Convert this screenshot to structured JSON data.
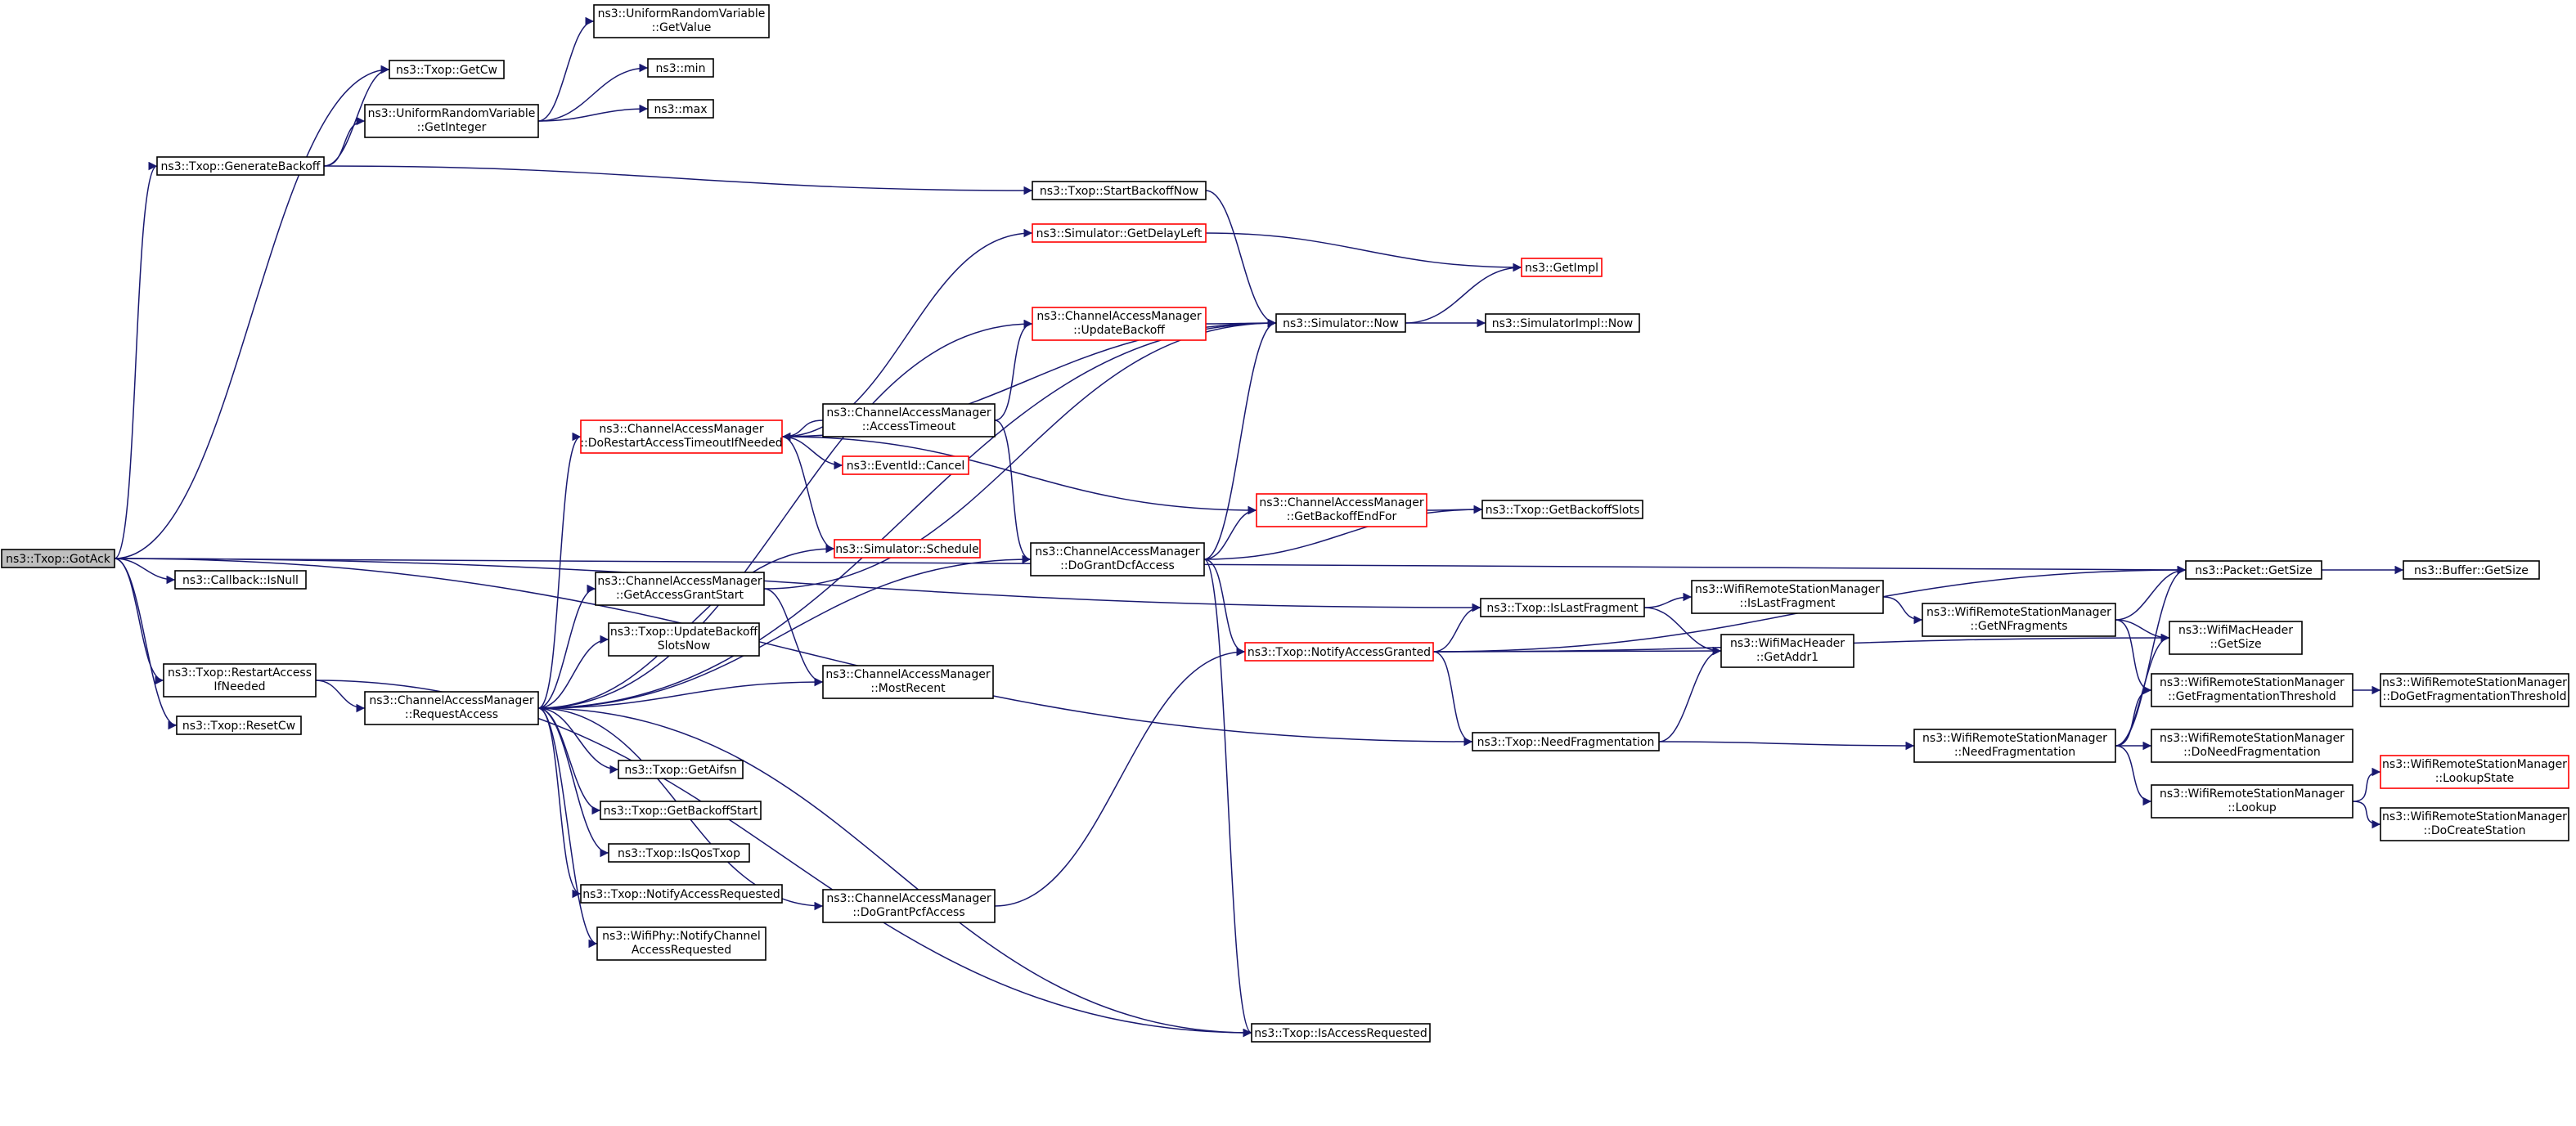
{
  "diagram": {
    "edge_color": "#191970",
    "root_fill": "#bfbfbf",
    "incomplete_border_color": "#ff0000",
    "nodes": [
      {
        "id": "gotack",
        "lines": [
          "ns3::Txop::GotAck"
        ],
        "style": "root"
      },
      {
        "id": "getcw",
        "lines": [
          "ns3::Txop::GetCw"
        ],
        "style": "normal"
      },
      {
        "id": "genbackoff",
        "lines": [
          "ns3::Txop::GenerateBackoff"
        ],
        "style": "normal"
      },
      {
        "id": "getvalue",
        "lines": [
          "ns3::UniformRandomVariable",
          "::GetValue"
        ],
        "style": "normal"
      },
      {
        "id": "getinteger",
        "lines": [
          "ns3::UniformRandomVariable",
          "::GetInteger"
        ],
        "style": "normal"
      },
      {
        "id": "min",
        "lines": [
          "ns3::min"
        ],
        "style": "normal"
      },
      {
        "id": "max",
        "lines": [
          "ns3::max"
        ],
        "style": "normal"
      },
      {
        "id": "startbackoff",
        "lines": [
          "ns3::Txop::StartBackoffNow"
        ],
        "style": "normal"
      },
      {
        "id": "getdelayleft",
        "lines": [
          "ns3::Simulator::GetDelayLeft"
        ],
        "style": "red"
      },
      {
        "id": "getimpl",
        "lines": [
          "ns3::GetImpl"
        ],
        "style": "red"
      },
      {
        "id": "updatebackoff",
        "lines": [
          "ns3::ChannelAccessManager",
          "::UpdateBackoff"
        ],
        "style": "red"
      },
      {
        "id": "simnow",
        "lines": [
          "ns3::Simulator::Now"
        ],
        "style": "normal"
      },
      {
        "id": "simimplnow",
        "lines": [
          "ns3::SimulatorImpl::Now"
        ],
        "style": "normal"
      },
      {
        "id": "dorestart",
        "lines": [
          "ns3::ChannelAccessManager",
          "::DoRestartAccessTimeoutIfNeeded"
        ],
        "style": "red"
      },
      {
        "id": "accesstimeout",
        "lines": [
          "ns3::ChannelAccessManager",
          "::AccessTimeout"
        ],
        "style": "normal"
      },
      {
        "id": "eventcancel",
        "lines": [
          "ns3::EventId::Cancel"
        ],
        "style": "red"
      },
      {
        "id": "getbackoffendfor",
        "lines": [
          "ns3::ChannelAccessManager",
          "::GetBackoffEndFor"
        ],
        "style": "red"
      },
      {
        "id": "getbackoffslots",
        "lines": [
          "ns3::Txop::GetBackoffSlots"
        ],
        "style": "normal"
      },
      {
        "id": "schedule",
        "lines": [
          "ns3::Simulator::Schedule"
        ],
        "style": "red"
      },
      {
        "id": "isnull",
        "lines": [
          "ns3::Callback::IsNull"
        ],
        "style": "normal"
      },
      {
        "id": "dograntdcf",
        "lines": [
          "ns3::ChannelAccessManager",
          "::DoGrantDcfAccess"
        ],
        "style": "normal"
      },
      {
        "id": "getaccessgrant",
        "lines": [
          "ns3::ChannelAccessManager",
          "::GetAccessGrantStart"
        ],
        "style": "normal"
      },
      {
        "id": "updatebackoffslots",
        "lines": [
          "ns3::Txop::UpdateBackoff",
          "SlotsNow"
        ],
        "style": "normal"
      },
      {
        "id": "restartaccess",
        "lines": [
          "ns3::Txop::RestartAccess",
          "IfNeeded"
        ],
        "style": "normal"
      },
      {
        "id": "requestaccess",
        "lines": [
          "ns3::ChannelAccessManager",
          "::RequestAccess"
        ],
        "style": "normal"
      },
      {
        "id": "mostrecent",
        "lines": [
          "ns3::ChannelAccessManager",
          "::MostRecent"
        ],
        "style": "normal"
      },
      {
        "id": "resetcw",
        "lines": [
          "ns3::Txop::ResetCw"
        ],
        "style": "normal"
      },
      {
        "id": "getaifsn",
        "lines": [
          "ns3::Txop::GetAifsn"
        ],
        "style": "normal"
      },
      {
        "id": "getbackoffstart",
        "lines": [
          "ns3::Txop::GetBackoffStart"
        ],
        "style": "normal"
      },
      {
        "id": "isqostxop",
        "lines": [
          "ns3::Txop::IsQosTxop"
        ],
        "style": "normal"
      },
      {
        "id": "notifyaccessreq",
        "lines": [
          "ns3::Txop::NotifyAccessRequested"
        ],
        "style": "normal"
      },
      {
        "id": "wifiphynotify",
        "lines": [
          "ns3::WifiPhy::NotifyChannel",
          "AccessRequested"
        ],
        "style": "normal"
      },
      {
        "id": "dograntpcf",
        "lines": [
          "ns3::ChannelAccessManager",
          "::DoGrantPcfAccess"
        ],
        "style": "normal"
      },
      {
        "id": "isaccessreq",
        "lines": [
          "ns3::Txop::IsAccessRequested"
        ],
        "style": "normal"
      },
      {
        "id": "notifyaccessgranted",
        "lines": [
          "ns3::Txop::NotifyAccessGranted"
        ],
        "style": "red"
      },
      {
        "id": "islastfragment",
        "lines": [
          "ns3::Txop::IsLastFragment"
        ],
        "style": "normal"
      },
      {
        "id": "needfrag",
        "lines": [
          "ns3::Txop::NeedFragmentation"
        ],
        "style": "normal"
      },
      {
        "id": "wrsmislastfrag",
        "lines": [
          "ns3::WifiRemoteStationManager",
          "::IsLastFragment"
        ],
        "style": "normal"
      },
      {
        "id": "getaddr1",
        "lines": [
          "ns3::WifiMacHeader",
          "::GetAddr1"
        ],
        "style": "normal"
      },
      {
        "id": "getnfragments",
        "lines": [
          "ns3::WifiRemoteStationManager",
          "::GetNFragments"
        ],
        "style": "normal"
      },
      {
        "id": "wrsmneedfrag",
        "lines": [
          "ns3::WifiRemoteStationManager",
          "::NeedFragmentation"
        ],
        "style": "normal"
      },
      {
        "id": "packetgetsize",
        "lines": [
          "ns3::Packet::GetSize"
        ],
        "style": "normal"
      },
      {
        "id": "buffergetsize",
        "lines": [
          "ns3::Buffer::GetSize"
        ],
        "style": "normal"
      },
      {
        "id": "machdrgetsize",
        "lines": [
          "ns3::WifiMacHeader",
          "::GetSize"
        ],
        "style": "normal"
      },
      {
        "id": "getfragthreshold",
        "lines": [
          "ns3::WifiRemoteStationManager",
          "::GetFragmentationThreshold"
        ],
        "style": "normal"
      },
      {
        "id": "dogetfragthreshold",
        "lines": [
          "ns3::WifiRemoteStationManager",
          "::DoGetFragmentationThreshold"
        ],
        "style": "normal"
      },
      {
        "id": "doneedfrag",
        "lines": [
          "ns3::WifiRemoteStationManager",
          "::DoNeedFragmentation"
        ],
        "style": "normal"
      },
      {
        "id": "lookup",
        "lines": [
          "ns3::WifiRemoteStationManager",
          "::Lookup"
        ],
        "style": "normal"
      },
      {
        "id": "lookupstate",
        "lines": [
          "ns3::WifiRemoteStationManager",
          "::LookupState"
        ],
        "style": "red"
      },
      {
        "id": "docreatestation",
        "lines": [
          "ns3::WifiRemoteStationManager",
          "::DoCreateStation"
        ],
        "style": "normal"
      }
    ],
    "edges": [
      [
        "gotack",
        "getcw"
      ],
      [
        "gotack",
        "genbackoff"
      ],
      [
        "gotack",
        "packetgetsize"
      ],
      [
        "gotack",
        "isnull"
      ],
      [
        "gotack",
        "islastfragment"
      ],
      [
        "gotack",
        "restartaccess"
      ],
      [
        "gotack",
        "resetcw"
      ],
      [
        "gotack",
        "needfrag"
      ],
      [
        "genbackoff",
        "getcw"
      ],
      [
        "genbackoff",
        "getinteger"
      ],
      [
        "genbackoff",
        "startbackoff"
      ],
      [
        "getinteger",
        "getvalue"
      ],
      [
        "getinteger",
        "min"
      ],
      [
        "getinteger",
        "max"
      ],
      [
        "startbackoff",
        "simnow"
      ],
      [
        "getdelayleft",
        "getimpl"
      ],
      [
        "updatebackoff",
        "simnow"
      ],
      [
        "simnow",
        "getimpl"
      ],
      [
        "simnow",
        "simimplnow"
      ],
      [
        "dorestart",
        "getdelayleft"
      ],
      [
        "dorestart",
        "simnow"
      ],
      [
        "dorestart",
        "eventcancel"
      ],
      [
        "dorestart",
        "getbackoffendfor"
      ],
      [
        "dorestart",
        "schedule"
      ],
      [
        "accesstimeout",
        "dorestart"
      ],
      [
        "accesstimeout",
        "updatebackoff"
      ],
      [
        "accesstimeout",
        "dograntdcf"
      ],
      [
        "getbackoffendfor",
        "getbackoffslots"
      ],
      [
        "dograntdcf",
        "simnow"
      ],
      [
        "dograntdcf",
        "getbackoffendfor"
      ],
      [
        "dograntdcf",
        "getbackoffslots"
      ],
      [
        "dograntdcf",
        "notifyaccessgranted"
      ],
      [
        "dograntdcf",
        "isaccessreq"
      ],
      [
        "getaccessgrant",
        "simnow"
      ],
      [
        "getaccessgrant",
        "mostrecent"
      ],
      [
        "restartaccess",
        "requestaccess"
      ],
      [
        "restartaccess",
        "isaccessreq"
      ],
      [
        "requestaccess",
        "simnow"
      ],
      [
        "requestaccess",
        "updatebackoff"
      ],
      [
        "requestaccess",
        "dorestart"
      ],
      [
        "requestaccess",
        "schedule"
      ],
      [
        "requestaccess",
        "dograntdcf"
      ],
      [
        "requestaccess",
        "getaccessgrant"
      ],
      [
        "requestaccess",
        "updatebackoffslots"
      ],
      [
        "requestaccess",
        "mostrecent"
      ],
      [
        "requestaccess",
        "getaifsn"
      ],
      [
        "requestaccess",
        "getbackoffstart"
      ],
      [
        "requestaccess",
        "isqostxop"
      ],
      [
        "requestaccess",
        "notifyaccessreq"
      ],
      [
        "requestaccess",
        "wifiphynotify"
      ],
      [
        "requestaccess",
        "dograntpcf"
      ],
      [
        "requestaccess",
        "isaccessreq"
      ],
      [
        "dograntpcf",
        "notifyaccessgranted"
      ],
      [
        "notifyaccessgranted",
        "packetgetsize"
      ],
      [
        "notifyaccessgranted",
        "islastfragment"
      ],
      [
        "notifyaccessgranted",
        "getaddr1"
      ],
      [
        "notifyaccessgranted",
        "machdrgetsize"
      ],
      [
        "notifyaccessgranted",
        "needfrag"
      ],
      [
        "islastfragment",
        "wrsmislastfrag"
      ],
      [
        "islastfragment",
        "getaddr1"
      ],
      [
        "wrsmislastfrag",
        "getnfragments"
      ],
      [
        "needfrag",
        "getaddr1"
      ],
      [
        "needfrag",
        "wrsmneedfrag"
      ],
      [
        "getnfragments",
        "packetgetsize"
      ],
      [
        "getnfragments",
        "machdrgetsize"
      ],
      [
        "getnfragments",
        "getfragthreshold"
      ],
      [
        "wrsmneedfrag",
        "packetgetsize"
      ],
      [
        "wrsmneedfrag",
        "machdrgetsize"
      ],
      [
        "wrsmneedfrag",
        "getfragthreshold"
      ],
      [
        "wrsmneedfrag",
        "doneedfrag"
      ],
      [
        "wrsmneedfrag",
        "lookup"
      ],
      [
        "getfragthreshold",
        "dogetfragthreshold"
      ],
      [
        "lookup",
        "lookupstate"
      ],
      [
        "lookup",
        "docreatestation"
      ],
      [
        "packetgetsize",
        "buffergetsize"
      ]
    ]
  }
}
